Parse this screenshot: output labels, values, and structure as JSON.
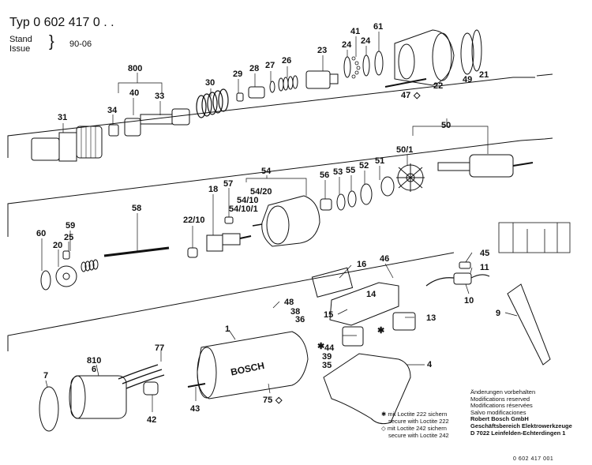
{
  "header": {
    "typ_label": "Typ",
    "typ_number": "0 602 417 0 . .",
    "stand": "Stand",
    "issue": "Issue",
    "date": "90-06"
  },
  "labels": {
    "l800": "800",
    "l40": "40",
    "l34": "34",
    "l33": "33",
    "l30": "30",
    "l29": "29",
    "l28": "28",
    "l27": "27",
    "l26": "26",
    "l23": "23",
    "l24a": "24",
    "l41": "41",
    "l24b": "24",
    "l61": "61",
    "l49": "49",
    "l21": "21",
    "l22": "22",
    "l47": "47",
    "l31": "31",
    "l50": "50",
    "l501": "50/1",
    "l51": "51",
    "l52": "52",
    "l55": "55",
    "l53": "53",
    "l56": "56",
    "l54": "54",
    "l5420": "54/20",
    "l5410": "54/10",
    "l54101": "54/10/1",
    "l57": "57",
    "l18": "18",
    "l58": "58",
    "l2210": "22/10",
    "l59": "59",
    "l60": "60",
    "l25": "25",
    "l20": "20",
    "l16": "16",
    "l46": "46",
    "l45": "45",
    "l11": "11",
    "l14": "14",
    "l10": "10",
    "l9": "9",
    "l15": "15",
    "l48": "48",
    "l38": "38",
    "l36": "36",
    "l13": "13",
    "l1": "1",
    "l44": "44",
    "l39": "39",
    "l35": "35",
    "l77": "77",
    "l810": "810",
    "l6": "6",
    "l7": "7",
    "l4": "4",
    "l42": "42",
    "l43": "43",
    "l75": "75"
  },
  "brand": "BOSCH",
  "legend": {
    "star_de": "mit Loctite 222 sichern",
    "star_en": "secure with Loctite 222",
    "dia_de": "mit Loctite 242 sichern",
    "dia_en": "secure with Loctite 242"
  },
  "notes": {
    "l1": "Änderungen vorbehalten",
    "l2": "Modifications reserved",
    "l3": "Modifications réservées",
    "l4": "Salvo modificaciones",
    "l5": "Robert Bosch GmbH",
    "l6": "Geschäftsbereich Elektrowerkzeuge",
    "l7": "D 7022 Leinfelden-Echterdingen 1"
  },
  "doc_number": "0  602  417  001"
}
